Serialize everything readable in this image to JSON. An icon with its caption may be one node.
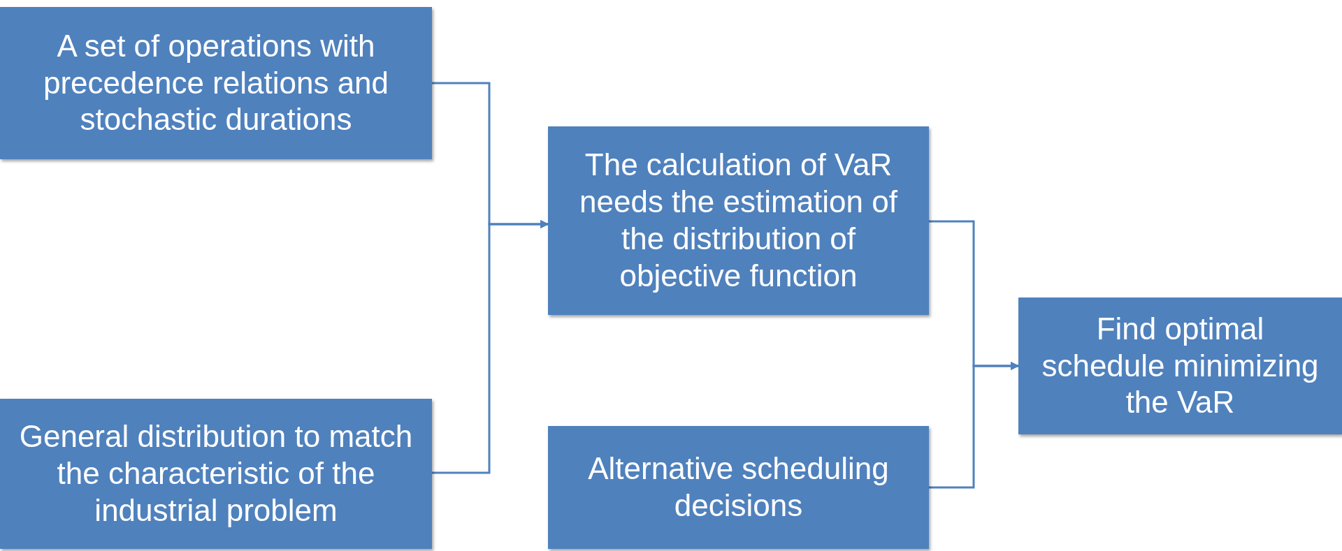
{
  "diagram": {
    "nodes": [
      {
        "text": [
          "A set of operations with precedence relations and stochastic durations"
        ]
      },
      {
        "text": [
          "General distribution to match the characteristic of the industrial problem"
        ]
      },
      {
        "text": [
          "The calculation of VaR needs the estimation of the distribution of objective function"
        ]
      },
      {
        "text": [
          "Alternative scheduling decisions"
        ]
      },
      {
        "text": [
          "Find optimal schedule minimizing the VaR"
        ]
      }
    ],
    "edges": [
      {
        "from": 0,
        "to": 2,
        "arrow": "to"
      },
      {
        "from": 1,
        "to": 2,
        "arrow": "to"
      },
      {
        "from": 2,
        "to": 4,
        "arrow": "to"
      },
      {
        "from": 3,
        "to": 4,
        "arrow": "to"
      }
    ]
  }
}
